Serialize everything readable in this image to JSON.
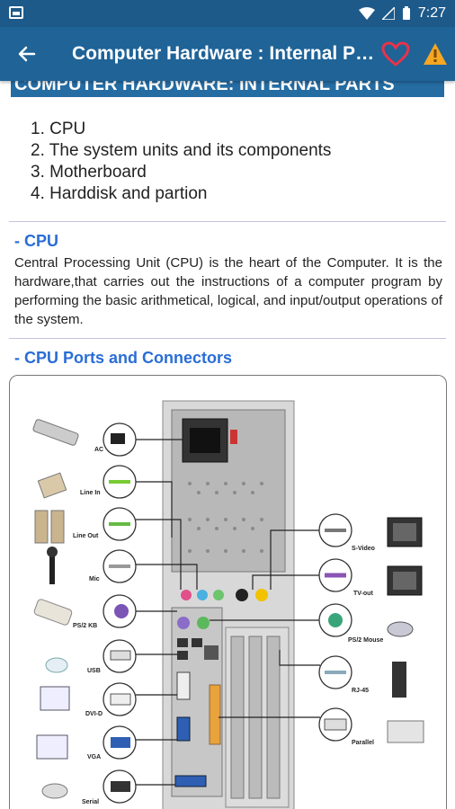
{
  "status_bar": {
    "time": "7:27"
  },
  "app_bar": {
    "title": "Computer Hardware : Internal Parts",
    "icons": [
      "back-arrow-icon",
      "heart-icon",
      "warning-icon"
    ],
    "colors": {
      "bar": "#1f6397",
      "status": "#1d5a8a",
      "heart": "#e8334a",
      "warning": "#f5a623"
    }
  },
  "banner": {
    "text": "COMPUTER HARDWARE: INTERNAL PARTS"
  },
  "toc": [
    "1. CPU",
    "2. The system units and its components",
    "3. Motherboard",
    "4. Harddisk and partion"
  ],
  "sections": {
    "cpu": {
      "heading": "- CPU",
      "text": "Central Processing Unit (CPU) is the heart of the Computer. It is the hardware,that carries out the instructions of a computer program by performing the basic arithmetical, logical, and input/output operations of the system."
    },
    "ports": {
      "heading": "- CPU Ports and Connectors"
    }
  },
  "diagram": {
    "left_labels": [
      "AC",
      "Line In",
      "Line Out",
      "Mic",
      "PS/2 KB",
      "USB",
      "DVI-D",
      "VGA",
      "Serial"
    ],
    "right_labels": [
      "S-Video",
      "TV-out",
      "PS/2 Mouse",
      "RJ-45",
      "Parallel"
    ]
  }
}
